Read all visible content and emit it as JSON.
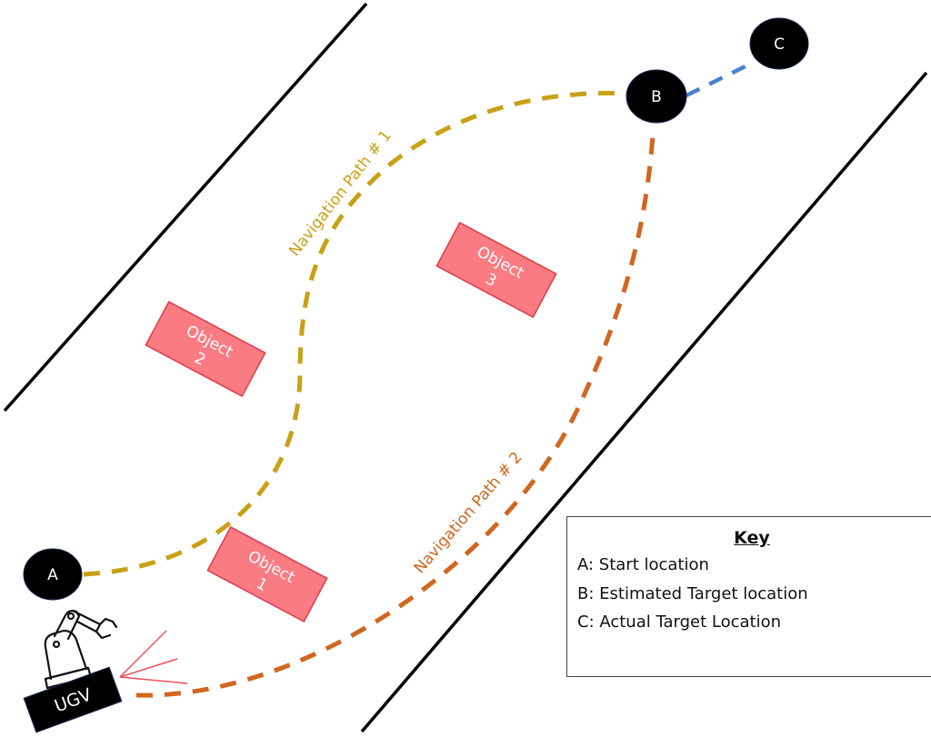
{
  "diagram": {
    "title": "UGV navigation scenario",
    "colors": {
      "road": "#000000",
      "path1": "#c9a016",
      "path2": "#d0661f",
      "correction": "#4a80d0",
      "object_fill": "#fb7b82",
      "object_stroke": "#e03a48",
      "node_fill": "#000000",
      "sensor_rays": "#f0505c"
    },
    "nodes": [
      {
        "id": "A",
        "label": "A"
      },
      {
        "id": "B",
        "label": "B"
      },
      {
        "id": "C",
        "label": "C"
      }
    ],
    "objects": [
      {
        "id": "object-1",
        "line1": "Object",
        "line2": "1"
      },
      {
        "id": "object-2",
        "line1": "Object",
        "line2": "2"
      },
      {
        "id": "object-3",
        "line1": "Object",
        "line2": "3"
      }
    ],
    "paths": [
      {
        "id": "path-1",
        "label": "Navigation Path # 1",
        "from": "A",
        "to": "B"
      },
      {
        "id": "path-2",
        "label": "Navigation Path # 2",
        "from": "UGV",
        "to": "B"
      },
      {
        "id": "path-bc",
        "label": "",
        "from": "B",
        "to": "C"
      }
    ],
    "vehicle": {
      "label": "UGV",
      "icon": "robot-arm-icon"
    }
  },
  "key": {
    "title": "Key",
    "items": [
      "A: Start location",
      "B: Estimated Target location",
      "C: Actual Target Location"
    ]
  }
}
